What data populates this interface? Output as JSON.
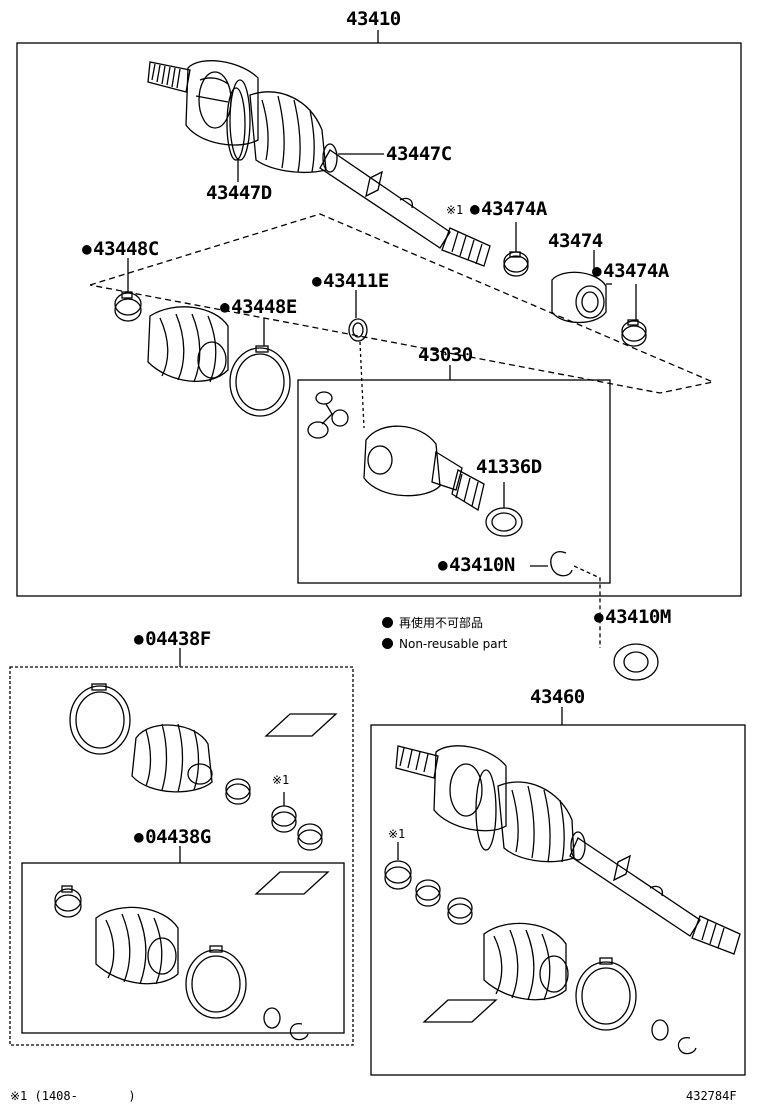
{
  "labels": {
    "assy_main": "43410",
    "cv_boot_clamp_c": "43447C",
    "cv_boot_d": "43447D",
    "note_mark": "※1",
    "clamp_474a_top": "43474A",
    "damper": "43474",
    "clamp_474a_right": "43474A",
    "clamp_448c": "43448C",
    "clip_411e": "43411E",
    "clamp_448e": "43448E",
    "outboard_joint": "43030",
    "seal_41336d": "41336D",
    "snap_ring_410n": "43410N",
    "seal_410m": "43410M",
    "boot_kit_438f": "04438F",
    "boot_kit_438g": "04438G",
    "assy_43460": "43460",
    "kit_note_mark": "※1",
    "assy_note_mark": "※1"
  },
  "legend": {
    "jp": "再使用不可部品",
    "en": "Non-reusable part"
  },
  "footer": {
    "note": "※1 (1408-       )",
    "figure_no": "432784F"
  }
}
